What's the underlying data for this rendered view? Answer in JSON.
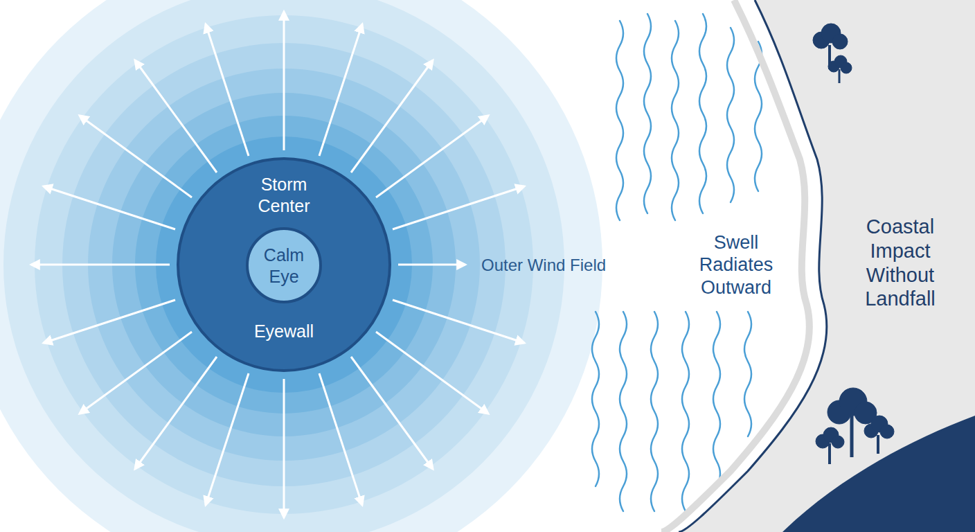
{
  "diagram": {
    "nodes": [
      {
        "text": [
          "Storm Center",
          "Eyewall"
        ]
      },
      {
        "text": [
          "Calm Eye"
        ],
        "in": 0
      }
    ],
    "labels": [
      "Outer Wind Field",
      "Swell Radiates Outward",
      "Coastal Impact Without Landfall"
    ]
  }
}
